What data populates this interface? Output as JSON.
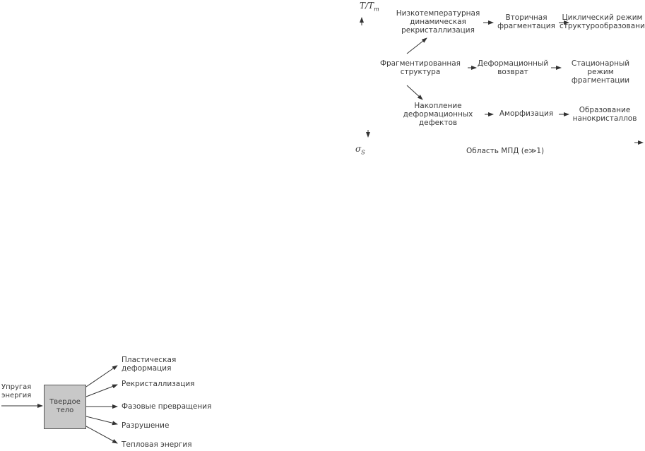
{
  "colors": {
    "line": "#333333",
    "box_fill": "#c8c8c8",
    "text": "#3a3a3a"
  },
  "top_diagram": {
    "y_axis_label": "T/T",
    "y_axis_sub": "m",
    "x_axis_label": "σ",
    "x_axis_sub": "S",
    "x_axis_annotation": "Область МПД (e≫1)",
    "nodes": {
      "low_temp_recrystallization": "Низкотемпературная\nдинамическая\nрекристаллизация",
      "secondary_fragmentation": "Вторичная\nфрагментация",
      "cyclic_mode": "Циклический режим\nструктурообразования",
      "fragmented_structure": "Фрагментированная\nструктура",
      "deformation_recovery": "Деформационный\nвозврат",
      "stationary_fragmentation": "Стационарный режим\nфрагментации",
      "defect_accumulation": "Накопление\nдеформационных\nдефектов",
      "amorphization": "Аморфизация",
      "nanocrystal_formation": "Образование\nнанокристаллов"
    }
  },
  "bottom_diagram": {
    "input_label": "Упругая\nэнергия",
    "center_label": "Твердое\nтело",
    "outputs": [
      "Пластическая\nдеформация",
      "Рекристаллизация",
      "Фазовые превращения",
      "Разрушение",
      "Тепловая энергия"
    ]
  }
}
